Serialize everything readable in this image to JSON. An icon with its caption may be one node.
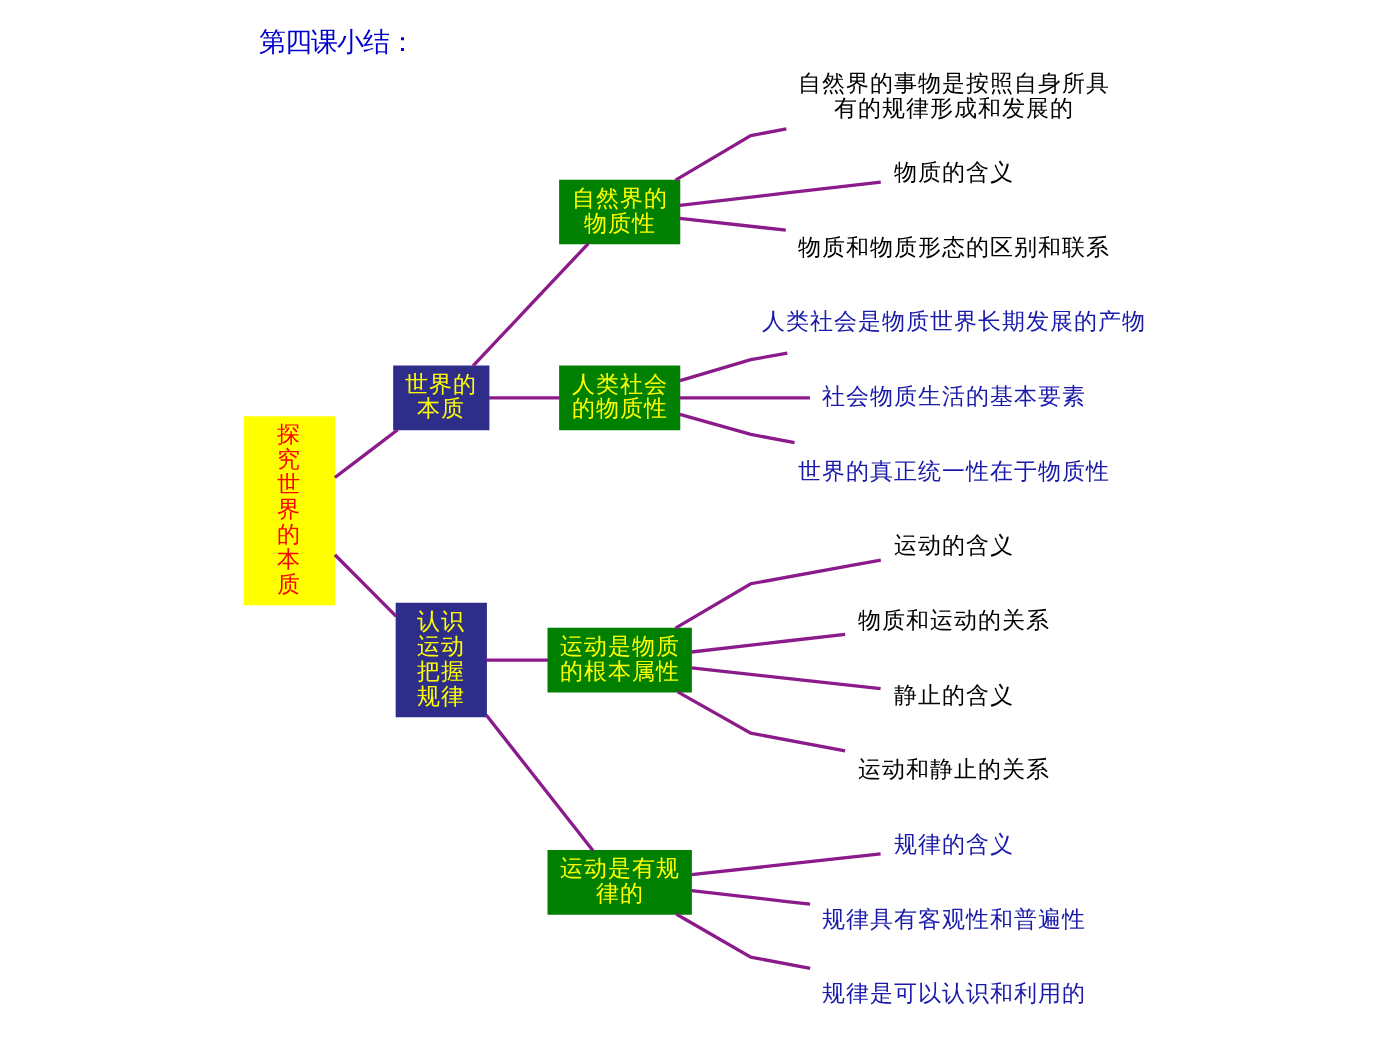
{
  "diagram": {
    "title": "第四课小结：",
    "nodes": [
      {
        "text": [
          "探究世界的本质"
        ]
      },
      {
        "text": [
          "世界的本质"
        ]
      },
      {
        "text": [
          "自然界的物质性"
        ]
      },
      {
        "text": [
          "自然界的事物是按照自身所具有的规律形成和发展的"
        ]
      },
      {
        "text": [
          "物质的含义"
        ]
      },
      {
        "text": [
          "物质和物质形态的区别和联系"
        ]
      },
      {
        "text": [
          "人类社会的物质性"
        ]
      },
      {
        "text": [
          "人类社会是物质世界长期发展的产物"
        ]
      },
      {
        "text": [
          "社会物质生活的基本要素"
        ]
      },
      {
        "text": [
          "世界的真正统一性在于物质性"
        ]
      },
      {
        "text": [
          "认识运动把握规律"
        ]
      },
      {
        "text": [
          "运动是物质的根本属性"
        ]
      },
      {
        "text": [
          "运动的含义"
        ]
      },
      {
        "text": [
          "物质和运动的关系"
        ]
      },
      {
        "text": [
          "静止的含义"
        ]
      },
      {
        "text": [
          "运动和静止的关系"
        ]
      },
      {
        "text": [
          "运动是有规律的"
        ]
      },
      {
        "text": [
          "规律的含义"
        ]
      },
      {
        "text": [
          "规律具有客观性和普遍性"
        ]
      },
      {
        "text": [
          "规律是可以认识和利用的"
        ]
      }
    ],
    "edges": [
      {
        "from": 0,
        "to": 1,
        "arrow": "none"
      },
      {
        "from": 0,
        "to": 10,
        "arrow": "none"
      },
      {
        "from": 1,
        "to": 2,
        "arrow": "none"
      },
      {
        "from": 1,
        "to": 6,
        "arrow": "none"
      },
      {
        "from": 2,
        "to": 3,
        "arrow": "none"
      },
      {
        "from": 2,
        "to": 4,
        "arrow": "none"
      },
      {
        "from": 2,
        "to": 5,
        "arrow": "none"
      },
      {
        "from": 6,
        "to": 7,
        "arrow": "none"
      },
      {
        "from": 6,
        "to": 8,
        "arrow": "none"
      },
      {
        "from": 6,
        "to": 9,
        "arrow": "none"
      },
      {
        "from": 10,
        "to": 11,
        "arrow": "none"
      },
      {
        "from": 10,
        "to": 16,
        "arrow": "none"
      },
      {
        "from": 11,
        "to": 12,
        "arrow": "none"
      },
      {
        "from": 11,
        "to": 13,
        "arrow": "none"
      },
      {
        "from": 11,
        "to": 14,
        "arrow": "none"
      },
      {
        "from": 11,
        "to": 15,
        "arrow": "none"
      },
      {
        "from": 16,
        "to": 17,
        "arrow": "none"
      },
      {
        "from": 16,
        "to": 18,
        "arrow": "none"
      },
      {
        "from": 16,
        "to": 19,
        "arrow": "none"
      }
    ]
  }
}
